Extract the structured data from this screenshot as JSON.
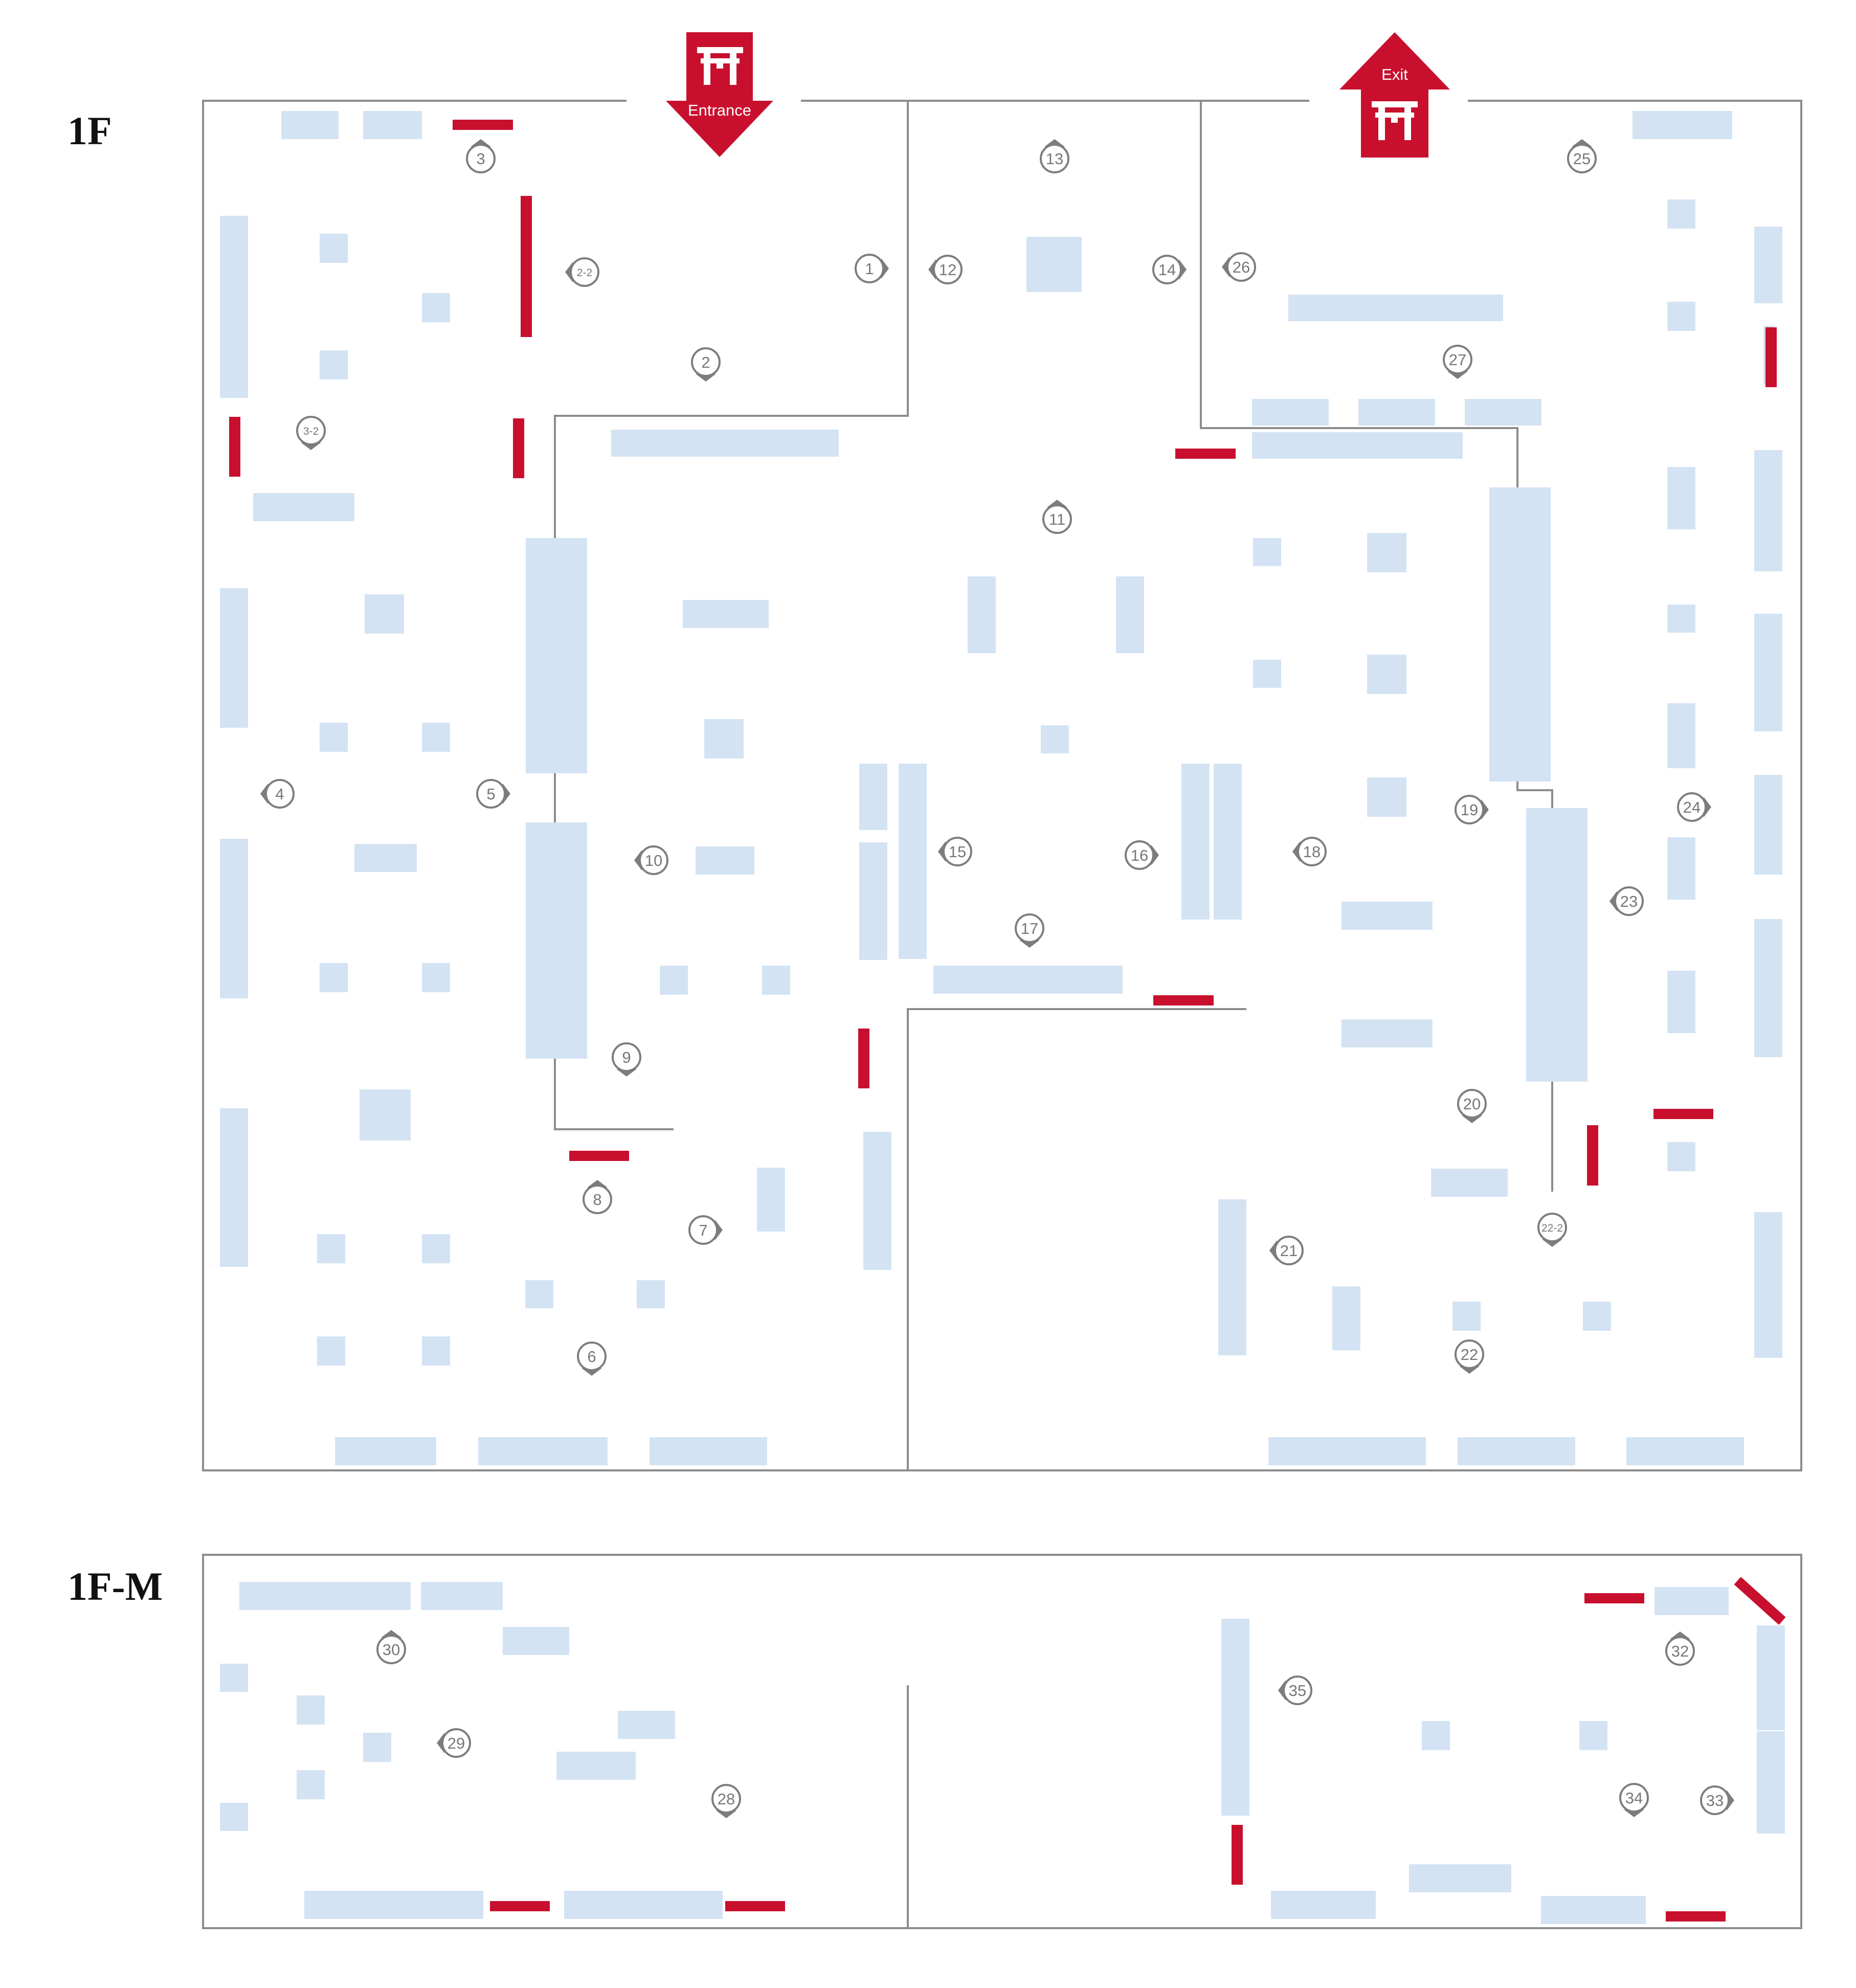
{
  "floors": [
    {
      "id": "1F",
      "label": "1F"
    },
    {
      "id": "1F-M",
      "label": "1F-M"
    }
  ],
  "signs": {
    "entrance": {
      "label": "Entrance",
      "icon": "torii-gate-icon",
      "direction": "down",
      "color": "#c8102e"
    },
    "exit": {
      "label": "Exit",
      "icon": "torii-gate-icon",
      "direction": "up",
      "color": "#c8102e"
    }
  },
  "colors": {
    "display_case": "#d4e3f3",
    "panel": "#c8102e",
    "wall": "#8c8c8c",
    "marker": "#7d7d7d"
  },
  "markers": [
    {
      "label": "1",
      "dir": "right"
    },
    {
      "label": "2",
      "dir": "down"
    },
    {
      "label": "2-2",
      "dir": "left"
    },
    {
      "label": "3",
      "dir": "up"
    },
    {
      "label": "3-2",
      "dir": "down"
    },
    {
      "label": "4",
      "dir": "left"
    },
    {
      "label": "5",
      "dir": "right"
    },
    {
      "label": "6",
      "dir": "down"
    },
    {
      "label": "7",
      "dir": "right"
    },
    {
      "label": "8",
      "dir": "up"
    },
    {
      "label": "9",
      "dir": "down"
    },
    {
      "label": "10",
      "dir": "left"
    },
    {
      "label": "11",
      "dir": "up"
    },
    {
      "label": "12",
      "dir": "left"
    },
    {
      "label": "13",
      "dir": "up"
    },
    {
      "label": "14",
      "dir": "right"
    },
    {
      "label": "15",
      "dir": "left"
    },
    {
      "label": "16",
      "dir": "right"
    },
    {
      "label": "17",
      "dir": "down"
    },
    {
      "label": "18",
      "dir": "left"
    },
    {
      "label": "19",
      "dir": "right"
    },
    {
      "label": "20",
      "dir": "down"
    },
    {
      "label": "21",
      "dir": "left"
    },
    {
      "label": "22",
      "dir": "down"
    },
    {
      "label": "22-2",
      "dir": "down"
    },
    {
      "label": "23",
      "dir": "left"
    },
    {
      "label": "24",
      "dir": "right"
    },
    {
      "label": "25",
      "dir": "up"
    },
    {
      "label": "26",
      "dir": "left"
    },
    {
      "label": "27",
      "dir": "down"
    },
    {
      "label": "28",
      "dir": "down"
    },
    {
      "label": "29",
      "dir": "left"
    },
    {
      "label": "30",
      "dir": "up"
    },
    {
      "label": "32",
      "dir": "up"
    },
    {
      "label": "33",
      "dir": "right"
    },
    {
      "label": "34",
      "dir": "down"
    },
    {
      "label": "35",
      "dir": "left"
    }
  ]
}
